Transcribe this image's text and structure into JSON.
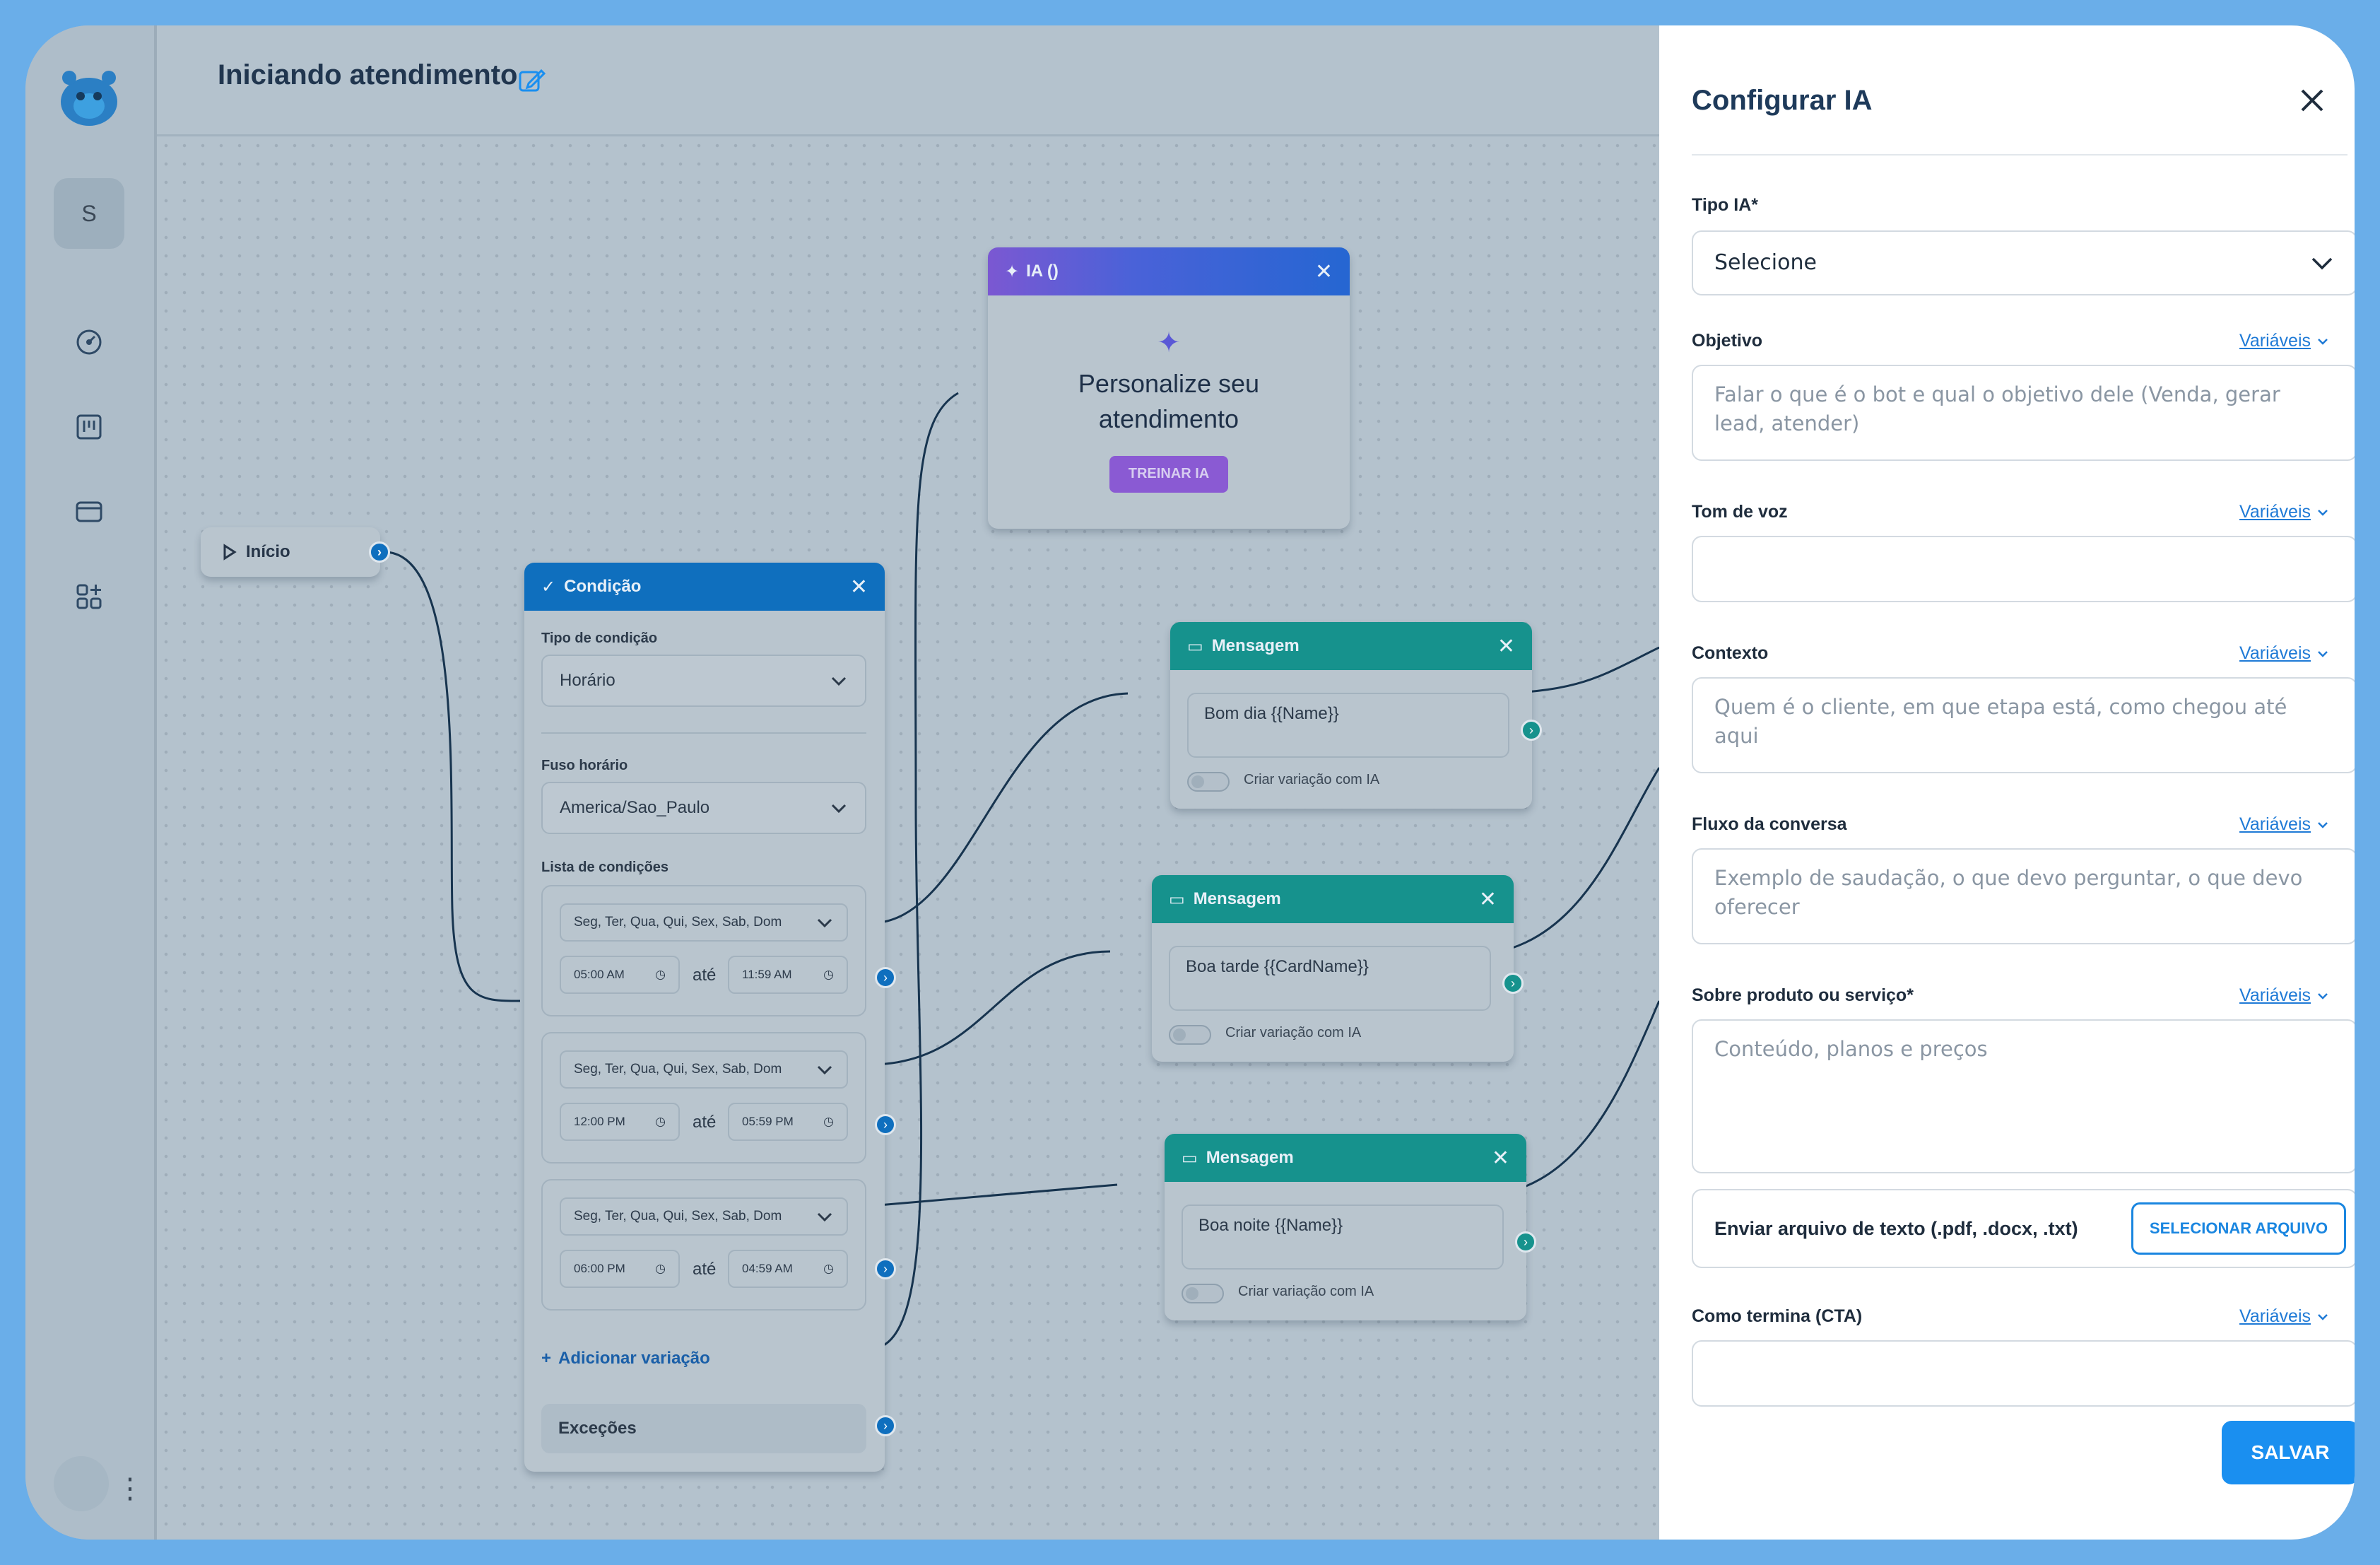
{
  "header": {
    "title": "Iniciando atendimento"
  },
  "sidebar": {
    "workspace_initial": "S",
    "items": [
      "dashboard-icon",
      "board-icon",
      "wallet-icon",
      "apps-icon"
    ]
  },
  "canvas": {
    "start_node": {
      "label": "Início"
    },
    "condition_node": {
      "title": "Condição",
      "type_label": "Tipo de condição",
      "type_value": "Horário",
      "tz_label": "Fuso horário",
      "tz_value": "America/Sao_Paulo",
      "list_label": "Lista de condições",
      "rules": [
        {
          "days": "Seg, Ter, Qua, Qui, Sex, Sab, Dom",
          "from": "05:00 AM",
          "to": "11:59 AM"
        },
        {
          "days": "Seg, Ter, Qua, Qui, Sex, Sab, Dom",
          "from": "12:00 PM",
          "to": "05:59 PM"
        },
        {
          "days": "Seg, Ter, Qua, Qui, Sex, Sab, Dom",
          "from": "06:00 PM",
          "to": "04:59 AM"
        }
      ],
      "until": "até",
      "add_variation": "Adicionar variação",
      "exceptions": "Exceções"
    },
    "ia_node": {
      "title": "IA ()",
      "heading": "Personalize seu atendimento",
      "button": "TREINAR IA"
    },
    "messages": [
      {
        "title": "Mensagem",
        "text": "Bom dia {{Name}}",
        "toggle_label": "Criar variação com IA"
      },
      {
        "title": "Mensagem",
        "text": "Boa tarde {{CardName}}",
        "toggle_label": "Criar variação com IA"
      },
      {
        "title": "Mensagem",
        "text": "Boa noite {{Name}}",
        "toggle_label": "Criar variação com IA"
      }
    ]
  },
  "panel": {
    "title": "Configurar IA",
    "variables_link": "Variáveis",
    "fields": {
      "tipo": {
        "label": "Tipo IA*",
        "value": "Selecione"
      },
      "objetivo": {
        "label": "Objetivo",
        "placeholder": "Falar o que é o bot e qual o objetivo dele (Venda, gerar lead, atender)"
      },
      "tom": {
        "label": "Tom de voz",
        "placeholder": ""
      },
      "contexto": {
        "label": "Contexto",
        "placeholder": "Quem é o cliente, em que etapa está, como chegou até aqui"
      },
      "fluxo": {
        "label": "Fluxo da conversa",
        "placeholder": "Exemplo de saudação, o que devo perguntar, o que devo oferecer"
      },
      "produto": {
        "label": "Sobre produto ou serviço*",
        "placeholder": "Conteúdo, planos e preços"
      },
      "cta": {
        "label": "Como termina (CTA)",
        "placeholder": ""
      }
    },
    "upload": {
      "label": "Enviar arquivo de texto (.pdf, .docx, .txt)",
      "button": "SELECIONAR ARQUIVO"
    },
    "save_button": "SALVAR"
  },
  "colors": {
    "accent": "#1a8ff0",
    "node_blue": "#0f6fbe",
    "node_teal": "#16928d",
    "overlay": "#b4c2cd"
  }
}
